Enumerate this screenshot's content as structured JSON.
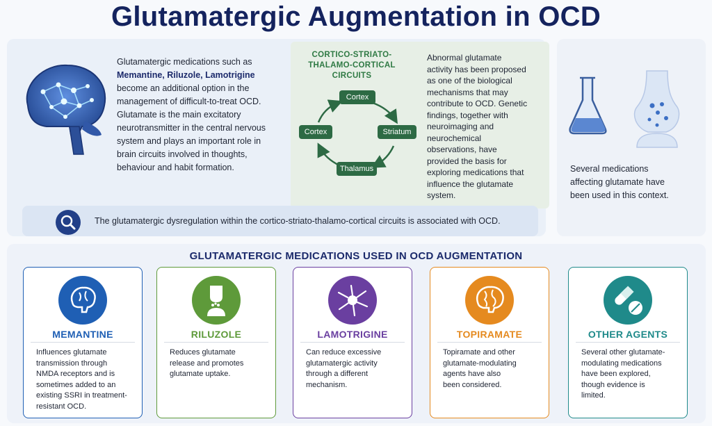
{
  "title": "Glutamatergic Augmentation in OCD",
  "intro": {
    "lead": "Glutamatergic medications such as",
    "meds": "Memantine, Riluzole, Lamotrigine",
    "l3": "become an additional option in the",
    "l4": "management of difficult-to-treat OCD.",
    "l5": "Glutamate is the main excitatory",
    "l6": "neurotransmitter in the central nervous",
    "l7": "system and plays an important role in",
    "l8": "brain circuits involved in thoughts,",
    "l9": "behaviour and habit formation."
  },
  "circuit": {
    "title_l1": "CORTICO-STRIATO-",
    "title_l2": "THALAMO-CORTICAL",
    "title_l3": "CIRCUITS",
    "nodes": {
      "top": "Cortex",
      "right": "Striatum",
      "bottom": "Thalamus",
      "left": "Cortex"
    },
    "text": [
      "Abnormal glutamate",
      "activity has been proposed",
      "as one of the biological",
      "mechanisms that may",
      "contribute to OCD. Genetic",
      "findings, together with",
      "neuroimaging and",
      "neurochemical",
      "observations, have",
      "provided the basis for",
      "exploring medications that",
      "influence the glutamate",
      "system."
    ]
  },
  "right_panel": {
    "text": [
      "Several medications",
      "affecting glutamate have",
      "been used in this context."
    ]
  },
  "banner": {
    "text": "The glutamatergic dysregulation within the cortico-striato-thalamo-cortical circuits is associated with OCD."
  },
  "section_title": "GLUTAMATERGIC MEDICATIONS USED IN OCD AUGMENTATION",
  "cards": [
    {
      "name": "MEMANTINE",
      "color": "#1f5fb4",
      "icon": "brain-icon",
      "desc": [
        "Influences glutamate",
        "transmission through",
        "NMDA receptors and is",
        "sometimes added to an",
        "existing SSRI in treatment-",
        "resistant OCD."
      ]
    },
    {
      "name": "RILUZOLE",
      "color": "#5e9a3a",
      "icon": "synapse-icon",
      "desc": [
        "Reduces glutamate",
        "release and promotes",
        "glutamate uptake."
      ]
    },
    {
      "name": "LAMOTRIGINE",
      "color": "#6a3fa0",
      "icon": "neuron-icon",
      "desc": [
        "Can reduce excessive",
        "glutamatergic activity",
        "through a different",
        "mechanism."
      ]
    },
    {
      "name": "TOPIRAMATE",
      "color": "#e58a1f",
      "icon": "brain-icon",
      "desc": [
        "Topiramate and other",
        "glutamate-modulating",
        "agents have also",
        "been considered."
      ]
    },
    {
      "name": "OTHER AGENTS",
      "color": "#1f8a8a",
      "icon": "pills-icon",
      "desc": [
        "Several other glutamate-",
        "modulating medications",
        "have been explored,",
        "though evidence is",
        "limited."
      ]
    }
  ]
}
